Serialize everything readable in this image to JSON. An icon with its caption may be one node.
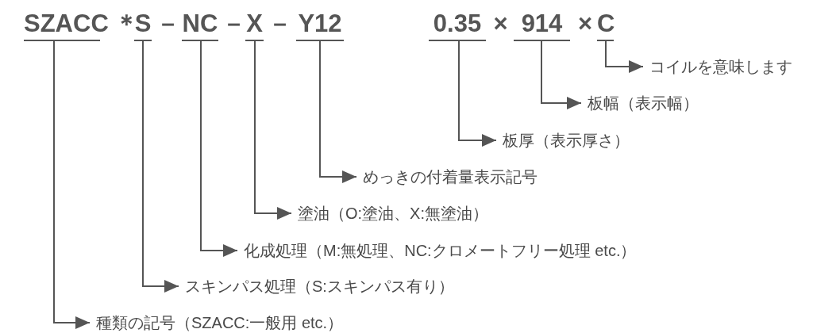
{
  "diagram": {
    "nodes": [
      {
        "text": [
          "SZACC"
        ]
      },
      {
        "text": [
          "S"
        ]
      },
      {
        "text": [
          "NC"
        ]
      },
      {
        "text": [
          "X"
        ]
      },
      {
        "text": [
          "Y12"
        ]
      },
      {
        "text": [
          "0.35"
        ]
      },
      {
        "text": [
          "914"
        ]
      },
      {
        "text": [
          "C"
        ]
      },
      {
        "text": [
          "コイルを意味します"
        ]
      },
      {
        "text": [
          "板幅（表示幅）"
        ]
      },
      {
        "text": [
          "板厚（表示厚さ）"
        ]
      },
      {
        "text": [
          "めっきの付着量表示記号"
        ]
      },
      {
        "text": [
          "塗油（O:塗油、X:無塗油）"
        ]
      },
      {
        "text": [
          "化成処理（M:無処理、NC:クロメートフリー処理 etc.）"
        ]
      },
      {
        "text": [
          "スキンパス処理（S:スキンパス有り）"
        ]
      },
      {
        "text": [
          "種類の記号（SZACC:一般用 etc.）"
        ]
      }
    ],
    "edges": [
      {
        "from": 7,
        "to": 8,
        "arrow": "to"
      },
      {
        "from": 6,
        "to": 9,
        "arrow": "to"
      },
      {
        "from": 5,
        "to": 10,
        "arrow": "to"
      },
      {
        "from": 4,
        "to": 11,
        "arrow": "to"
      },
      {
        "from": 3,
        "to": 12,
        "arrow": "to"
      },
      {
        "from": 2,
        "to": 13,
        "arrow": "to"
      },
      {
        "from": 1,
        "to": 14,
        "arrow": "to"
      },
      {
        "from": 0,
        "to": 15,
        "arrow": "to"
      }
    ],
    "labels": [
      "＊",
      "－",
      "－",
      "－",
      "×",
      "×"
    ]
  }
}
